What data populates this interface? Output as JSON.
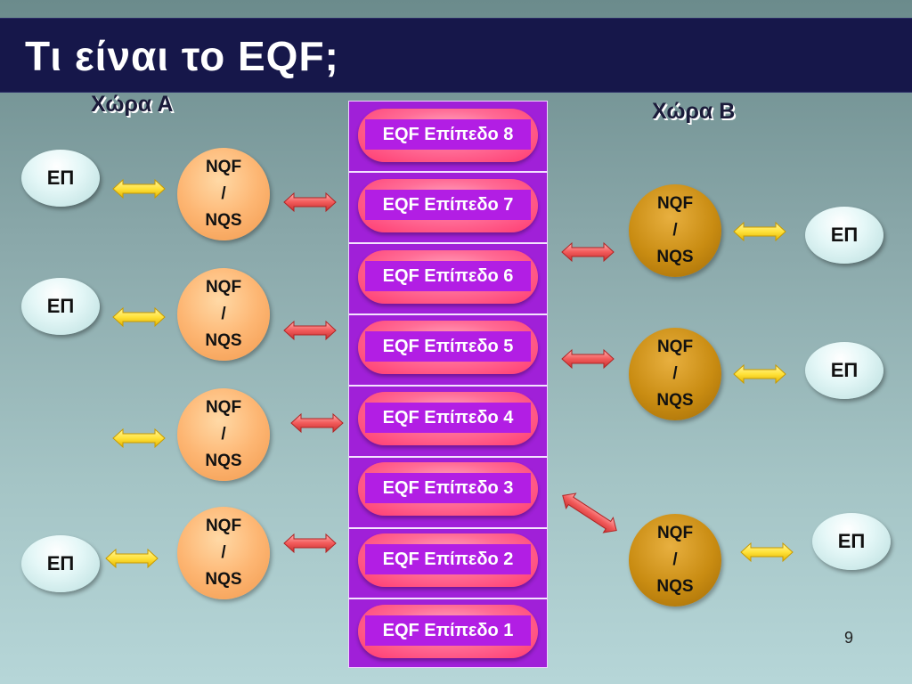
{
  "title": "Τι είναι το EQF;",
  "country_a": "Χώρα Α",
  "country_b": "Χώρα Β",
  "eqf_levels": [
    "EQF Επίπεδο 8",
    "EQF Επίπεδο 7",
    "EQF Επίπεδο 6",
    "EQF Επίπεδο 5",
    "EQF Επίπεδο 4",
    "EQF Επίπεδο 3",
    "EQF Επίπεδο 2",
    "EQF Επίπεδο 1"
  ],
  "ep_label": "ΕΠ",
  "nqf": {
    "line1": "NQF",
    "line2": "/",
    "line3": "NQS"
  },
  "page_number": "9",
  "colors": {
    "title_bar": "#16174a",
    "ladder": "#a020d8",
    "eqf_pill": "#ff5c88",
    "nqf_country_a": "#fdb673",
    "nqf_country_b": "#c98c12",
    "arrow_yellow": "#ffe23a",
    "arrow_red": "#f25a5a"
  }
}
